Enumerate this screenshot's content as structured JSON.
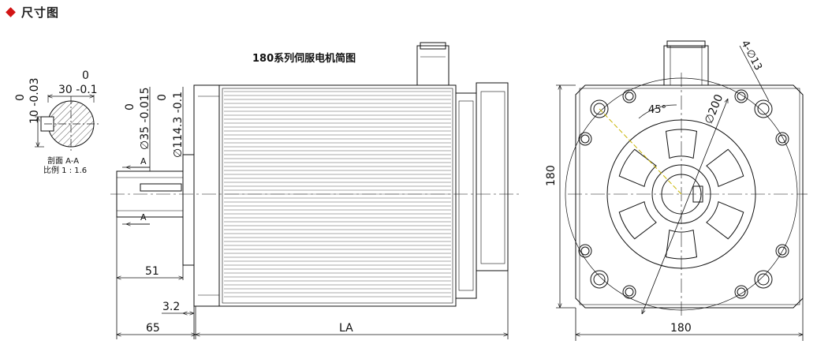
{
  "header": {
    "title": "尺寸图"
  },
  "drawing": {
    "title": "180系列伺服电机简图",
    "section": {
      "label": "剖面 A-A",
      "scale": "比例 1 : 1.6",
      "key_tol_top": "0",
      "key_tol": "10 -0.03",
      "shaft_tol_top": "0",
      "shaft_tol": "30 -0.1"
    },
    "side": {
      "shaft_dia_top": "0",
      "shaft_dia": "∅35 -0.015",
      "pilot_dia_top": "0",
      "pilot_dia": "∅114.3 -0.1",
      "section_mark": "A",
      "dim_51": "51",
      "dim_3_2": "3.2",
      "dim_65": "65",
      "dim_la": "LA"
    },
    "front": {
      "holes": "4-∅13",
      "pcd": "∅200",
      "angle": "45°",
      "height": "180",
      "width": "180"
    }
  }
}
